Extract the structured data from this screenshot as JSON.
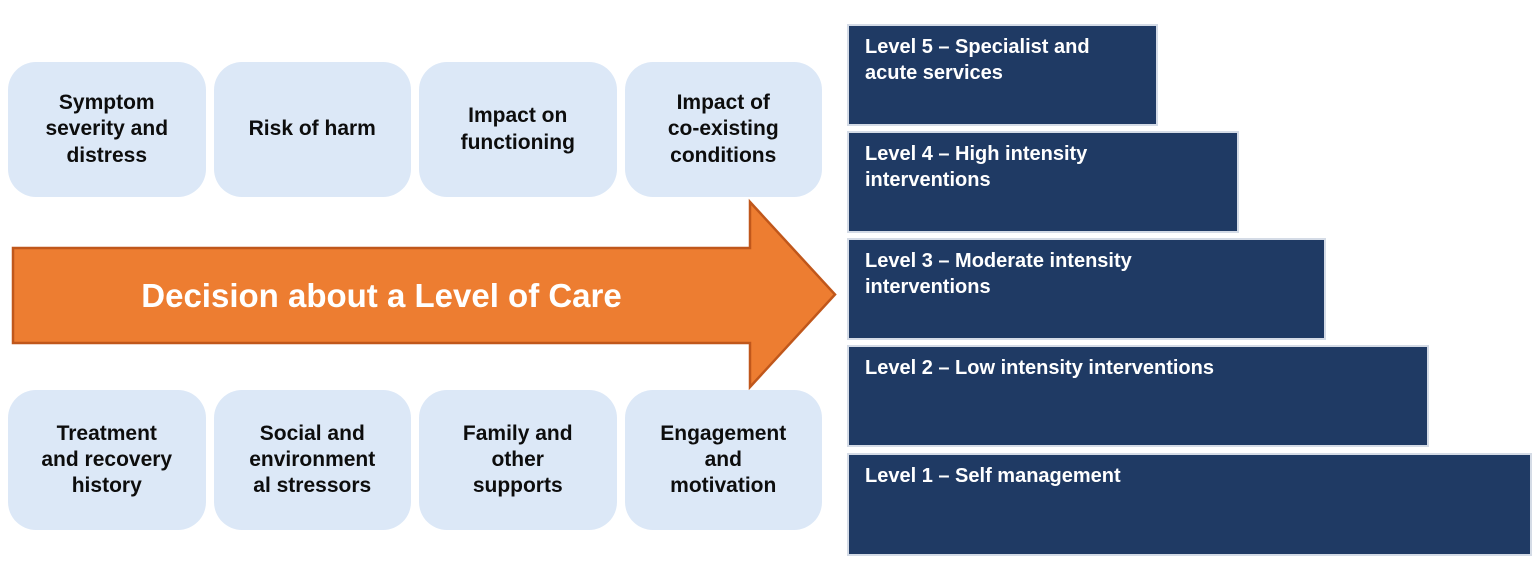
{
  "colors": {
    "factor_box_fill": "#DCE8F7",
    "factor_text": "#0D0D0D",
    "arrow_fill": "#ED7D31",
    "arrow_border": "#C0571B",
    "arrow_text": "#FFFFFF",
    "level_bar_fill": "#1F3A64",
    "level_bar_border": "#D4DBE6",
    "level_text": "#FFFFFF"
  },
  "factors": {
    "top": [
      {
        "label": "Symptom\nseverity and\ndistress"
      },
      {
        "label": "Risk of harm"
      },
      {
        "label": "Impact on\nfunctioning"
      },
      {
        "label": "Impact of\nco-existing\nconditions"
      }
    ],
    "bottom": [
      {
        "label": "Treatment\nand recovery\nhistory"
      },
      {
        "label": "Social and\nenvironment\nal stressors"
      },
      {
        "label": "Family and\nother\nsupports"
      },
      {
        "label": "Engagement\nand\nmotivation"
      }
    ]
  },
  "arrow": {
    "label": "Decision about a Level of Care"
  },
  "levels": [
    {
      "label": "Level 5 – Specialist and\nacute services"
    },
    {
      "label": "Level 4 – High intensity\ninterventions"
    },
    {
      "label": "Level 3 – Moderate intensity\ninterventions"
    },
    {
      "label": "Level 2 – Low intensity interventions"
    },
    {
      "label": "Level 1 – Self management"
    }
  ]
}
